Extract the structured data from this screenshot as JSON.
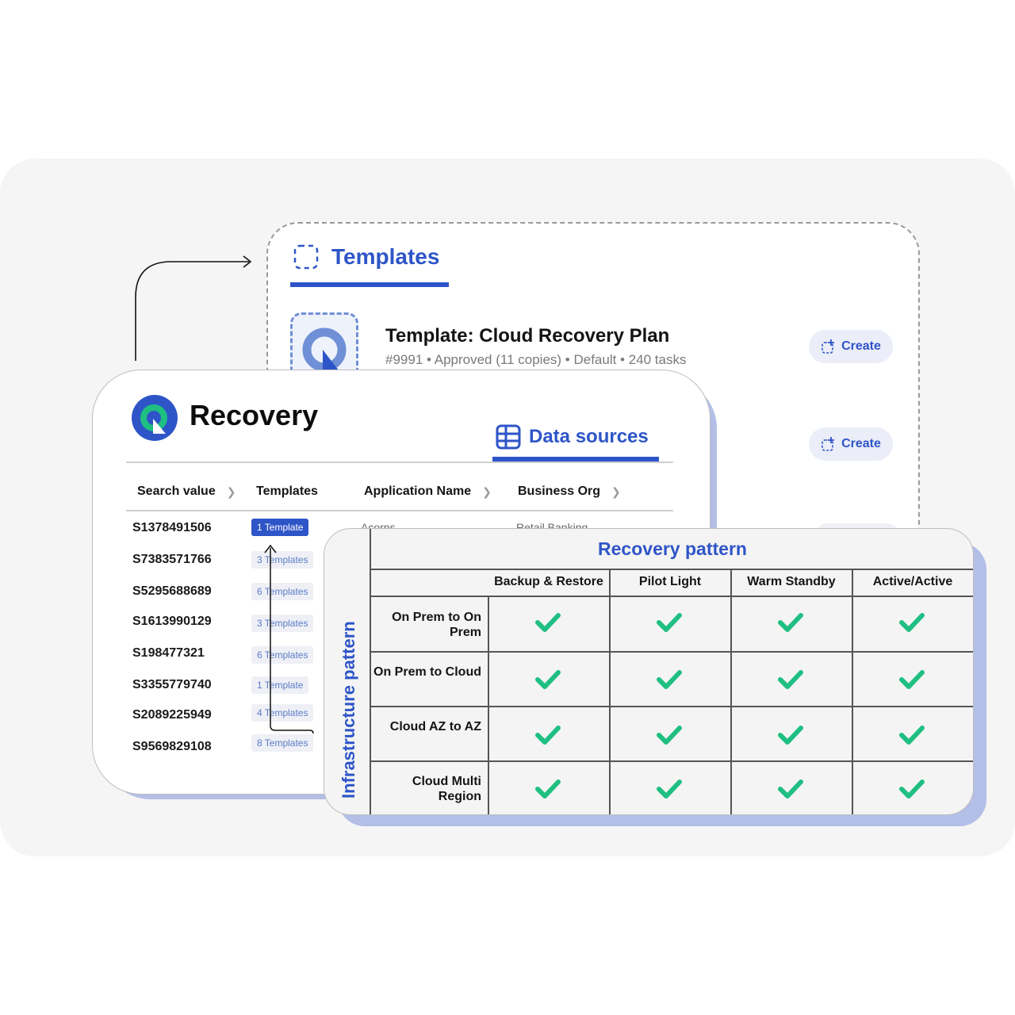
{
  "templates_panel": {
    "title": "Templates",
    "item": {
      "title": "Template: Cloud Recovery Plan",
      "meta": "#9991 • Approved (11 copies) • Default • 240 tasks"
    },
    "create_label": "Create"
  },
  "recovery_panel": {
    "app_title": "Recovery",
    "tab_label": "Data sources",
    "columns": [
      "Search value",
      "Templates",
      "Application Name",
      "Business Org"
    ],
    "rows": [
      {
        "id": "S1378491506",
        "templates": "1 Template",
        "app": "Acorns",
        "org": "Retail Banking"
      },
      {
        "id": "S7383571766",
        "templates": "3 Templates"
      },
      {
        "id": "S5295688689",
        "templates": "6 Templates"
      },
      {
        "id": "S1613990129",
        "templates": "3 Templates"
      },
      {
        "id": "S198477321",
        "templates": "6 Templates"
      },
      {
        "id": "S3355779740",
        "templates": "1 Template"
      },
      {
        "id": "S2089225949",
        "templates": "4 Templates"
      },
      {
        "id": "S9569829108",
        "templates": "8 Templates"
      }
    ]
  },
  "matrix": {
    "title": "Recovery pattern",
    "row_axis_label": "Infrastructure pattern",
    "columns": [
      "Backup & Restore",
      "Pilot Light",
      "Warm Standby",
      "Active/Active"
    ],
    "rows": [
      "On Prem to On Prem",
      "On Prem to Cloud",
      "Cloud AZ to AZ",
      "Cloud Multi Region"
    ],
    "supported": [
      [
        true,
        true,
        true,
        true
      ],
      [
        true,
        true,
        true,
        true
      ],
      [
        true,
        true,
        true,
        true
      ],
      [
        true,
        true,
        true,
        true
      ]
    ]
  },
  "colors": {
    "accent": "#2e55c8",
    "check": "#1fbf82",
    "shadow": "#b4bfe8",
    "logo_green": "#1fbf82"
  },
  "icons": [
    "dashed-select-icon",
    "create-template-icon",
    "table-grid-icon",
    "recovery-logo",
    "checkmark-icon"
  ]
}
